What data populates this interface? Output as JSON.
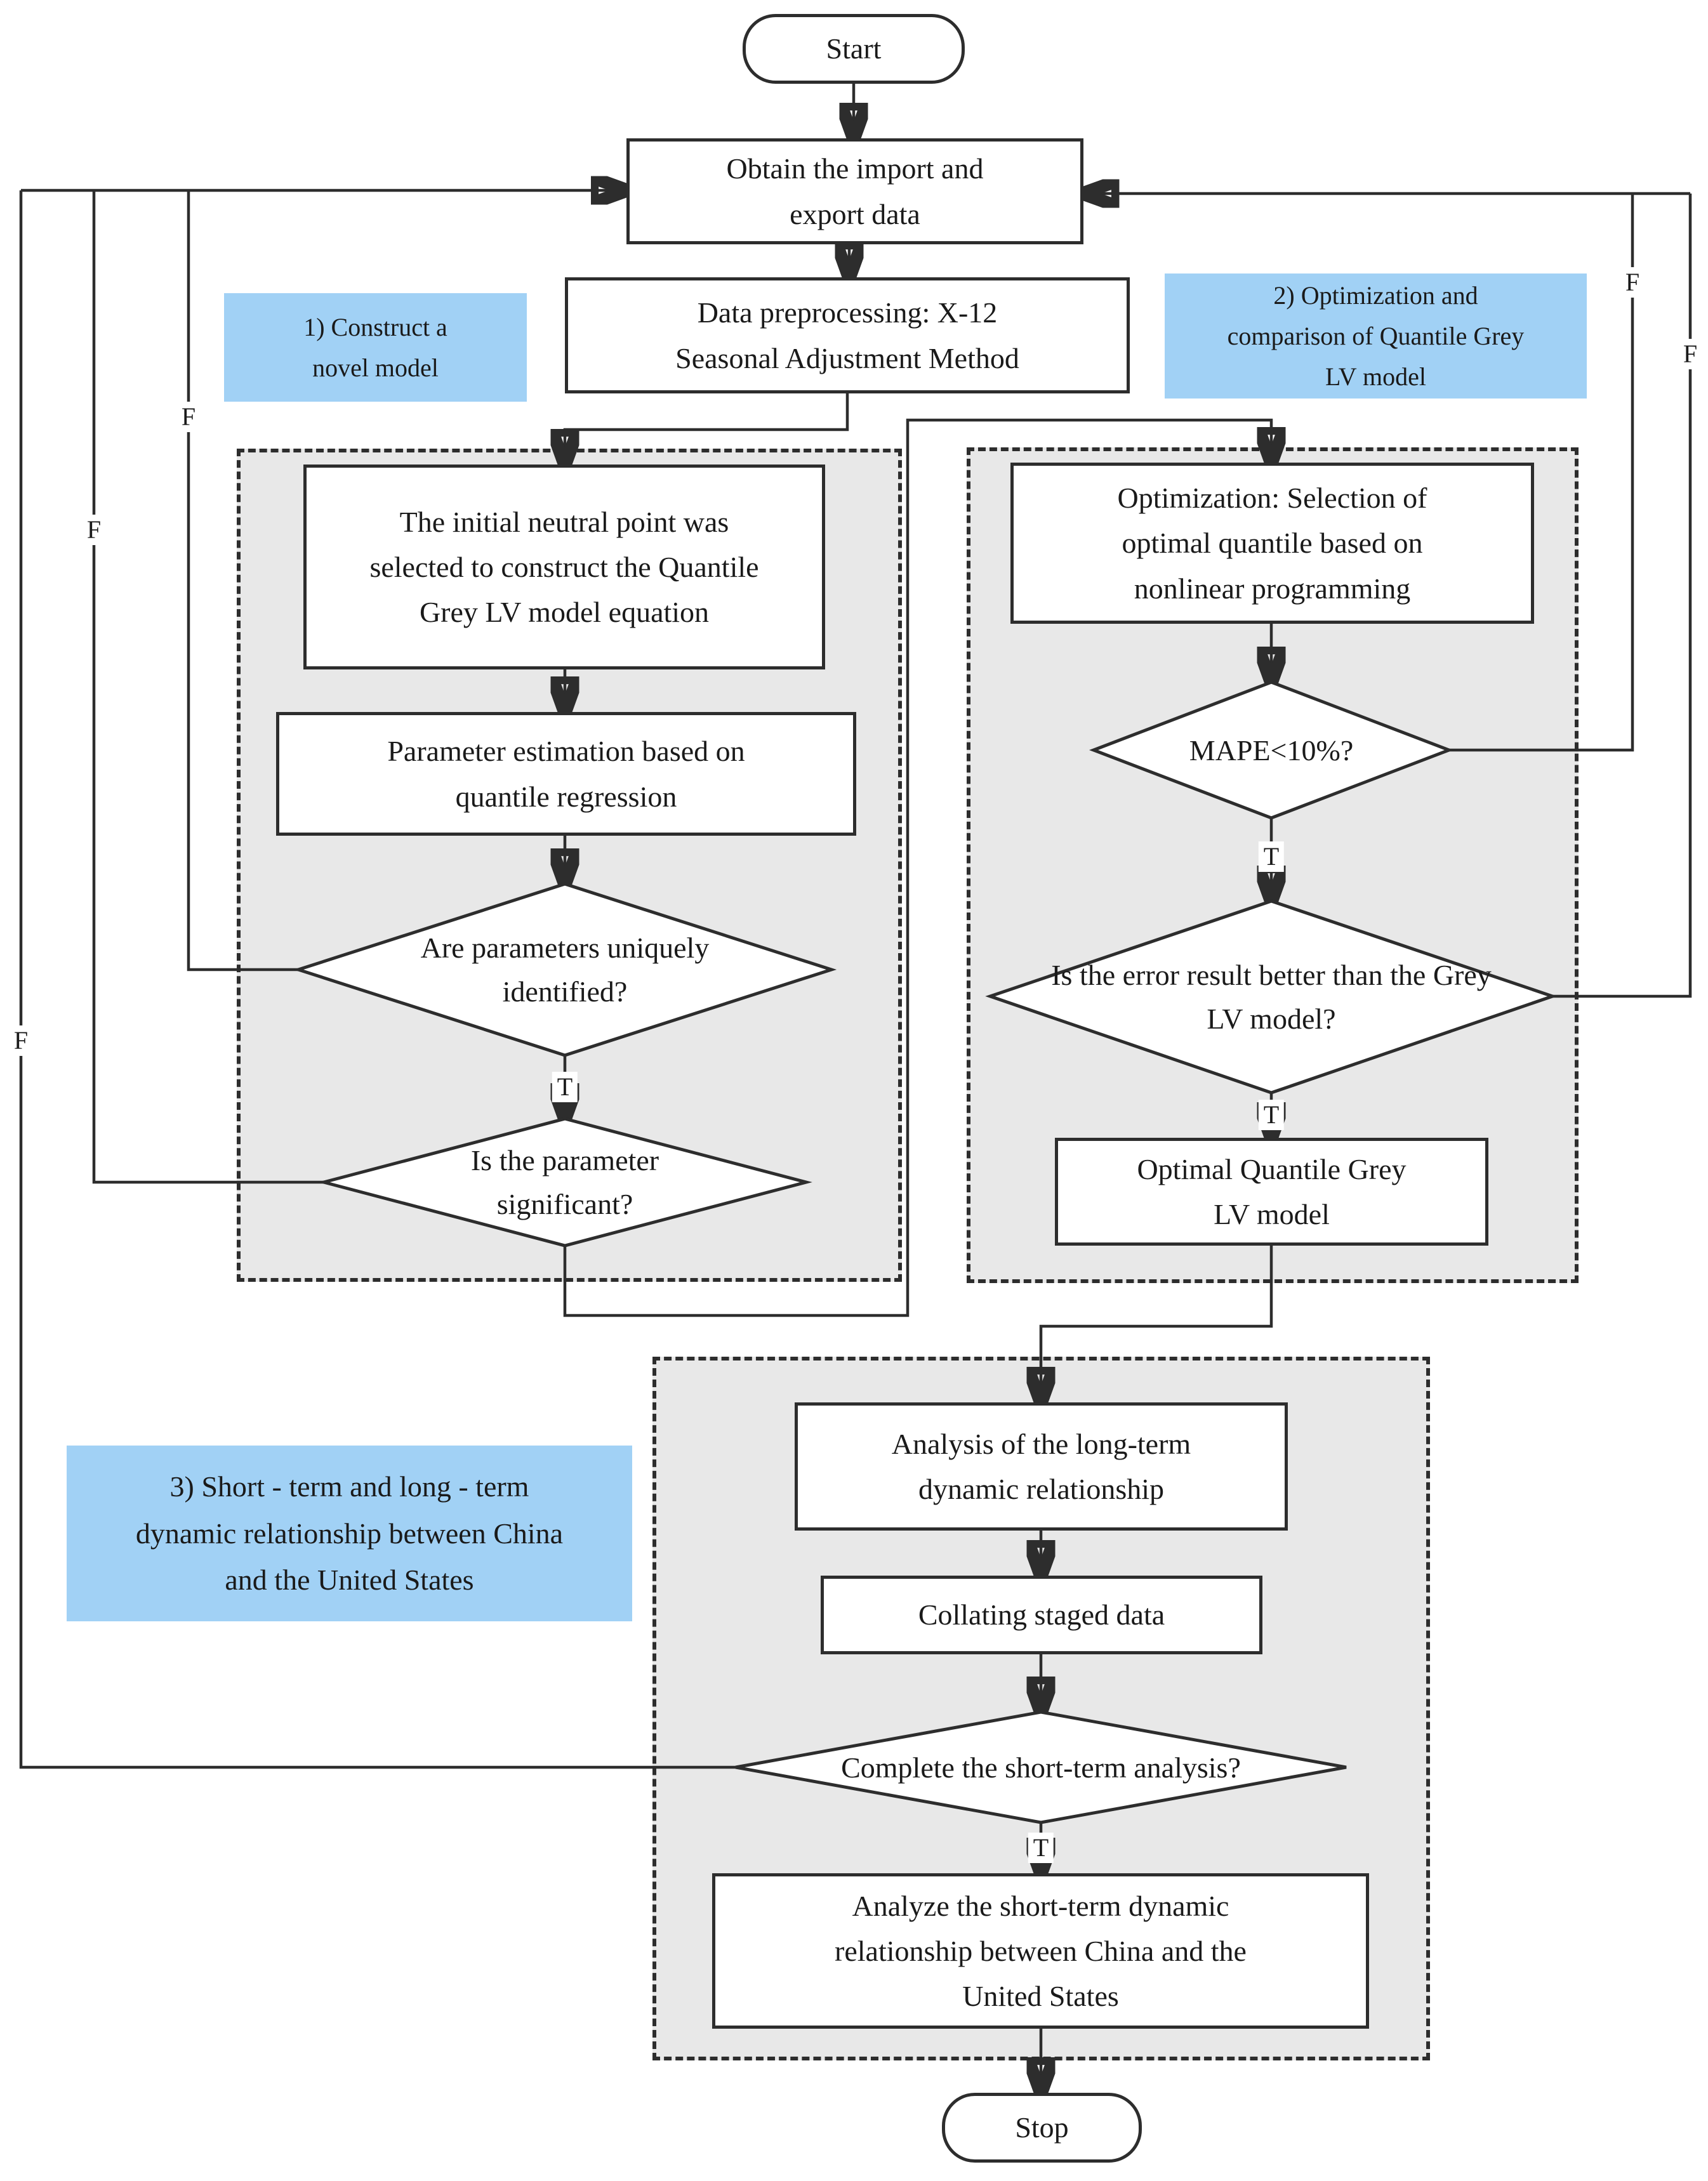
{
  "diagram": {
    "type": "flowchart",
    "colors": {
      "section_highlight": "#a1d1f5",
      "group_background": "#e8e8e8",
      "line": "#2d2d2d",
      "node_background": "#ffffff"
    },
    "nodes": {
      "start": {
        "label": "Start"
      },
      "obtain": {
        "label": "Obtain the import and export data"
      },
      "preprocess": {
        "label": "Data preprocessing: X-12 Seasonal Adjustment Method"
      },
      "initial_point": {
        "label": "The initial neutral point was selected to construct the Quantile Grey LV model equation"
      },
      "param_estimation": {
        "label": "Parameter estimation based on quantile regression"
      },
      "d_unique": {
        "label": "Are parameters uniquely identified?"
      },
      "d_significant": {
        "label": "Is the parameter significant?"
      },
      "optimization": {
        "label": "Optimization: Selection of optimal quantile based on nonlinear programming"
      },
      "d_mape": {
        "label": "MAPE<10%?"
      },
      "d_error": {
        "label": "Is the error result better than the Grey LV model?"
      },
      "optimal_model": {
        "label": "Optimal Quantile Grey LV model"
      },
      "analysis_long": {
        "label": "Analysis of the long-term dynamic relationship"
      },
      "collating": {
        "label": "Collating staged data"
      },
      "d_complete": {
        "label": "Complete the short-term analysis?"
      },
      "analyze_short": {
        "label": "Analyze the short-term dynamic relationship between China and the United States"
      },
      "stop": {
        "label": "Stop"
      }
    },
    "sections": {
      "s1": {
        "label": "1)  Construct a novel model"
      },
      "s2": {
        "label": "2)  Optimization and comparison of Quantile Grey LV model"
      },
      "s3": {
        "label": "3)  Short - term and long - term dynamic relationship between China and the United States"
      }
    },
    "edge_labels": {
      "f_unique": "F",
      "f_significant": "F",
      "f_complete": "F",
      "f_mape": "F",
      "f_error": "F",
      "t_unique": "T",
      "t_mape": "T",
      "t_error": "T",
      "t_complete": "T"
    }
  }
}
